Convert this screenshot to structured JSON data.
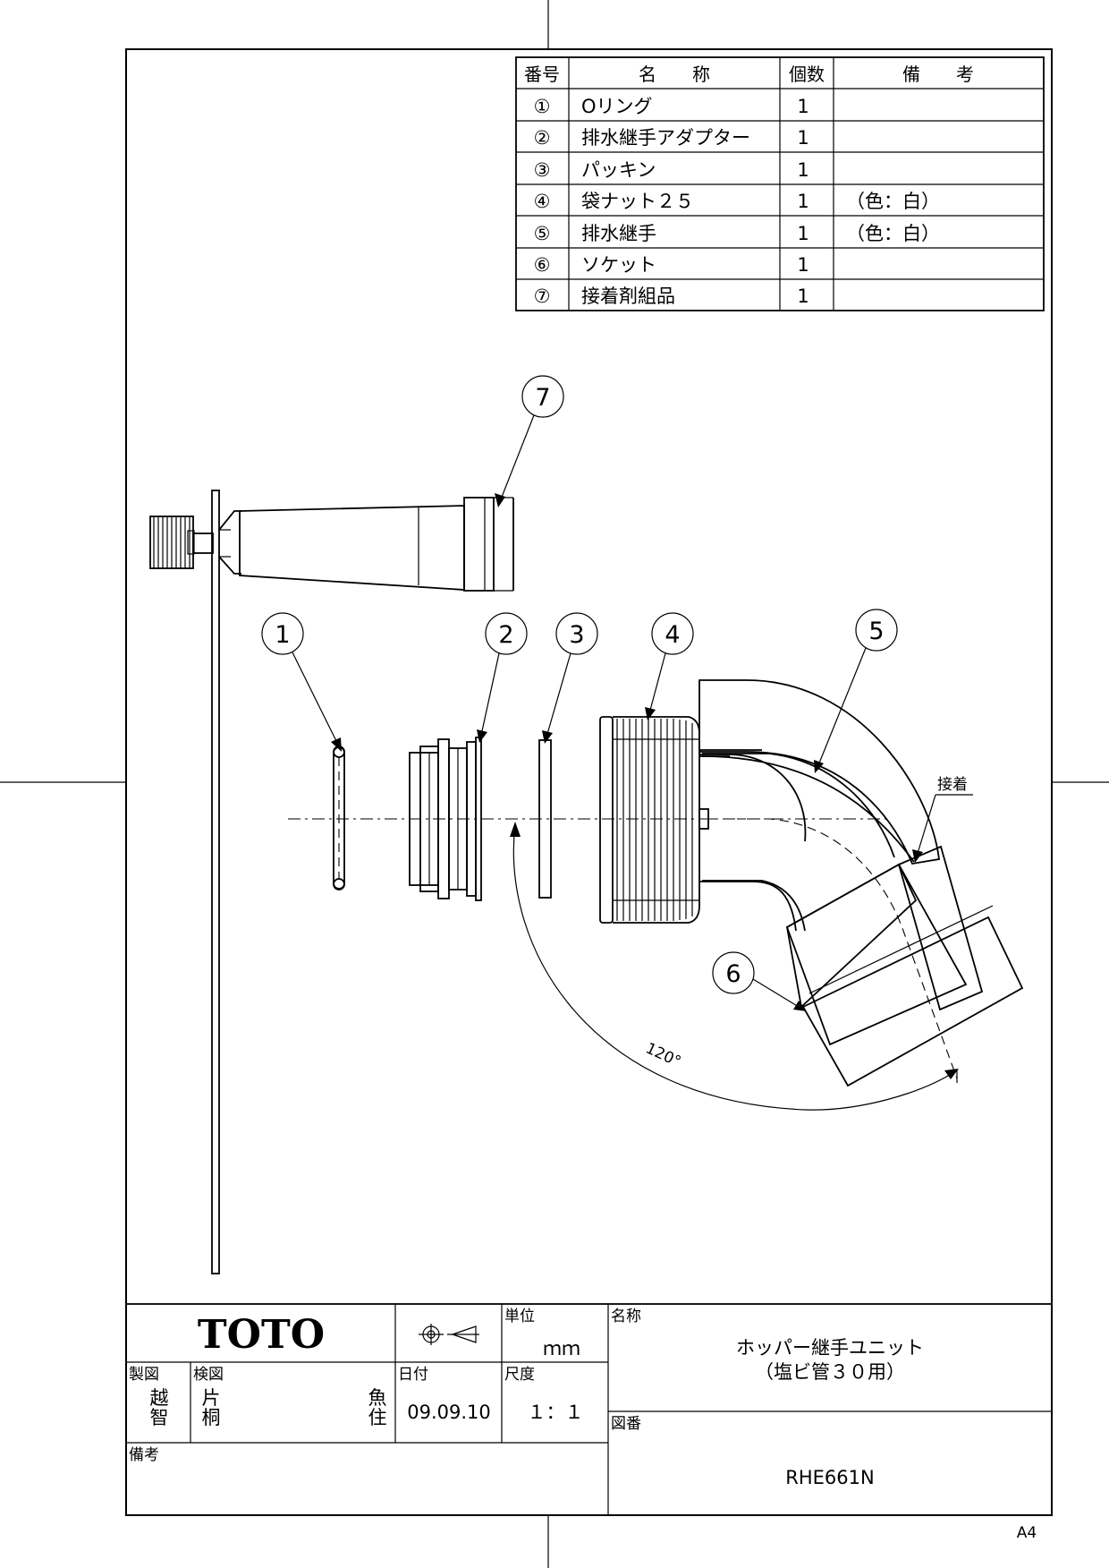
{
  "parts_table": {
    "headers": {
      "no": "番号",
      "name": "名　　称",
      "qty": "個数",
      "remarks": "備　　考"
    },
    "rows": [
      {
        "no": "①",
        "name": "Oリング",
        "qty": "1",
        "remarks": ""
      },
      {
        "no": "②",
        "name": "排水継手アダプター",
        "qty": "1",
        "remarks": ""
      },
      {
        "no": "③",
        "name": "パッキン",
        "qty": "1",
        "remarks": ""
      },
      {
        "no": "④",
        "name": "袋ナット２５",
        "qty": "1",
        "remarks": "（色：白）"
      },
      {
        "no": "⑤",
        "name": "排水継手",
        "qty": "1",
        "remarks": "（色：白）"
      },
      {
        "no": "⑥",
        "name": "ソケット",
        "qty": "1",
        "remarks": ""
      },
      {
        "no": "⑦",
        "name": "接着剤組品",
        "qty": "1",
        "remarks": ""
      }
    ]
  },
  "callouts": {
    "c1": "1",
    "c2": "2",
    "c3": "3",
    "c4": "4",
    "c5": "5",
    "c6": "6",
    "c7": "7",
    "bond": "接着",
    "angle": "120°"
  },
  "title_block": {
    "logo": "TOTO",
    "unit_label": "単位",
    "unit_value": "ｍｍ",
    "name_label": "名称",
    "title_line1": "ホッパー継手ユニット",
    "title_line2": "（塩ビ管３０用）",
    "drawn_label": "製図",
    "drawn_by_1": "越",
    "drawn_by_2": "智",
    "checked_label": "検図",
    "checked_by_1": "片",
    "checked_by_2": "桐",
    "approved_by_1": "魚",
    "approved_by_2": "住",
    "date_label": "日付",
    "date_value": "09.09.10",
    "scale_label": "尺度",
    "scale_value": "１：１",
    "drawing_no_label": "図番",
    "drawing_no": "RHE661N",
    "remarks_label": "備考"
  },
  "sheet_size": "A4"
}
